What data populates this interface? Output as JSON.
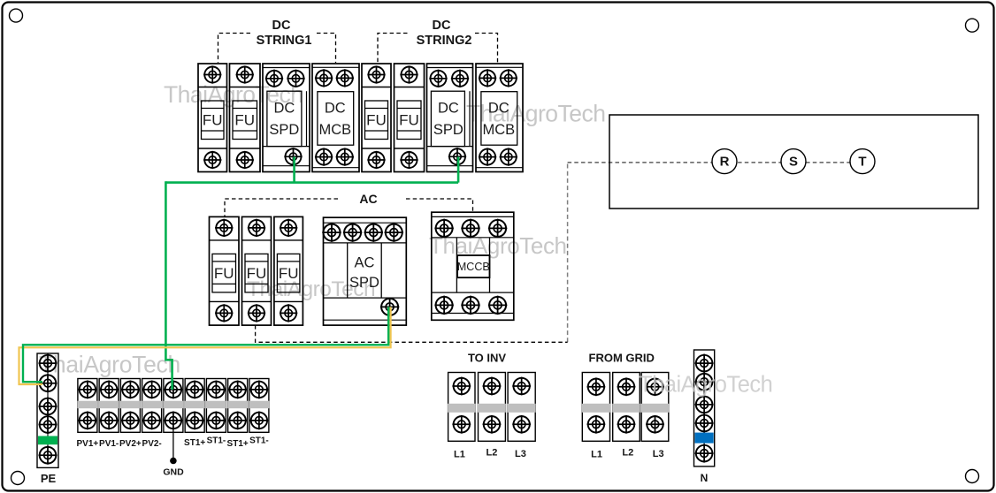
{
  "watermark": {
    "text": "ThaiAgroTech"
  },
  "dc_string1": {
    "line1": "DC",
    "line2": "STRING1"
  },
  "dc_string2": {
    "line1": "DC",
    "line2": "STRING2"
  },
  "ac": {
    "label": "AC"
  },
  "modules": {
    "s1_fu1": {
      "label": "FU"
    },
    "s1_fu2": {
      "label": "FU"
    },
    "s1_spd": {
      "line1": "DC",
      "line2": "SPD"
    },
    "s1_mcb": {
      "line1": "DC",
      "line2": "MCB"
    },
    "s2_fu1": {
      "label": "FU"
    },
    "s2_fu2": {
      "label": "FU"
    },
    "s2_spd": {
      "line1": "DC",
      "line2": "SPD"
    },
    "s2_mcb": {
      "line1": "DC",
      "line2": "MCB"
    },
    "ac_fu1": {
      "label": "FU"
    },
    "ac_fu2": {
      "label": "FU"
    },
    "ac_fu3": {
      "label": "FU"
    },
    "ac_spd": {
      "line1": "AC",
      "line2": "SPD"
    },
    "mccb": {
      "label": "MCCB"
    }
  },
  "phase_circles": {
    "r": "R",
    "s": "S",
    "t": "T"
  },
  "to_inv": {
    "title": "TO INV",
    "l1": "L1",
    "l2": "L2",
    "l3": "L3"
  },
  "from_grid": {
    "title": "FROM GRID",
    "l1": "L1",
    "l2": "L2",
    "l3": "L3"
  },
  "terminal_strip": {
    "labels": [
      "PV1+",
      "PV1-",
      "PV2+",
      "PV2-",
      "ST1+",
      "ST1-",
      "ST1+",
      "ST1-"
    ]
  },
  "gnd": {
    "label": "GND"
  },
  "pe_rail": {
    "label": "PE"
  },
  "n_rail": {
    "label": "N"
  },
  "colors": {
    "wire_green": "#00B050",
    "wire_yellow": "#F0C550",
    "pe_block_green": "#00B050",
    "n_block_blue": "#0070C0",
    "terminal_bar_gray": "#BFBFBF",
    "connector_dash": "#3d3d3d",
    "connector_dash_gray": "#808080",
    "outline": "#000000"
  }
}
